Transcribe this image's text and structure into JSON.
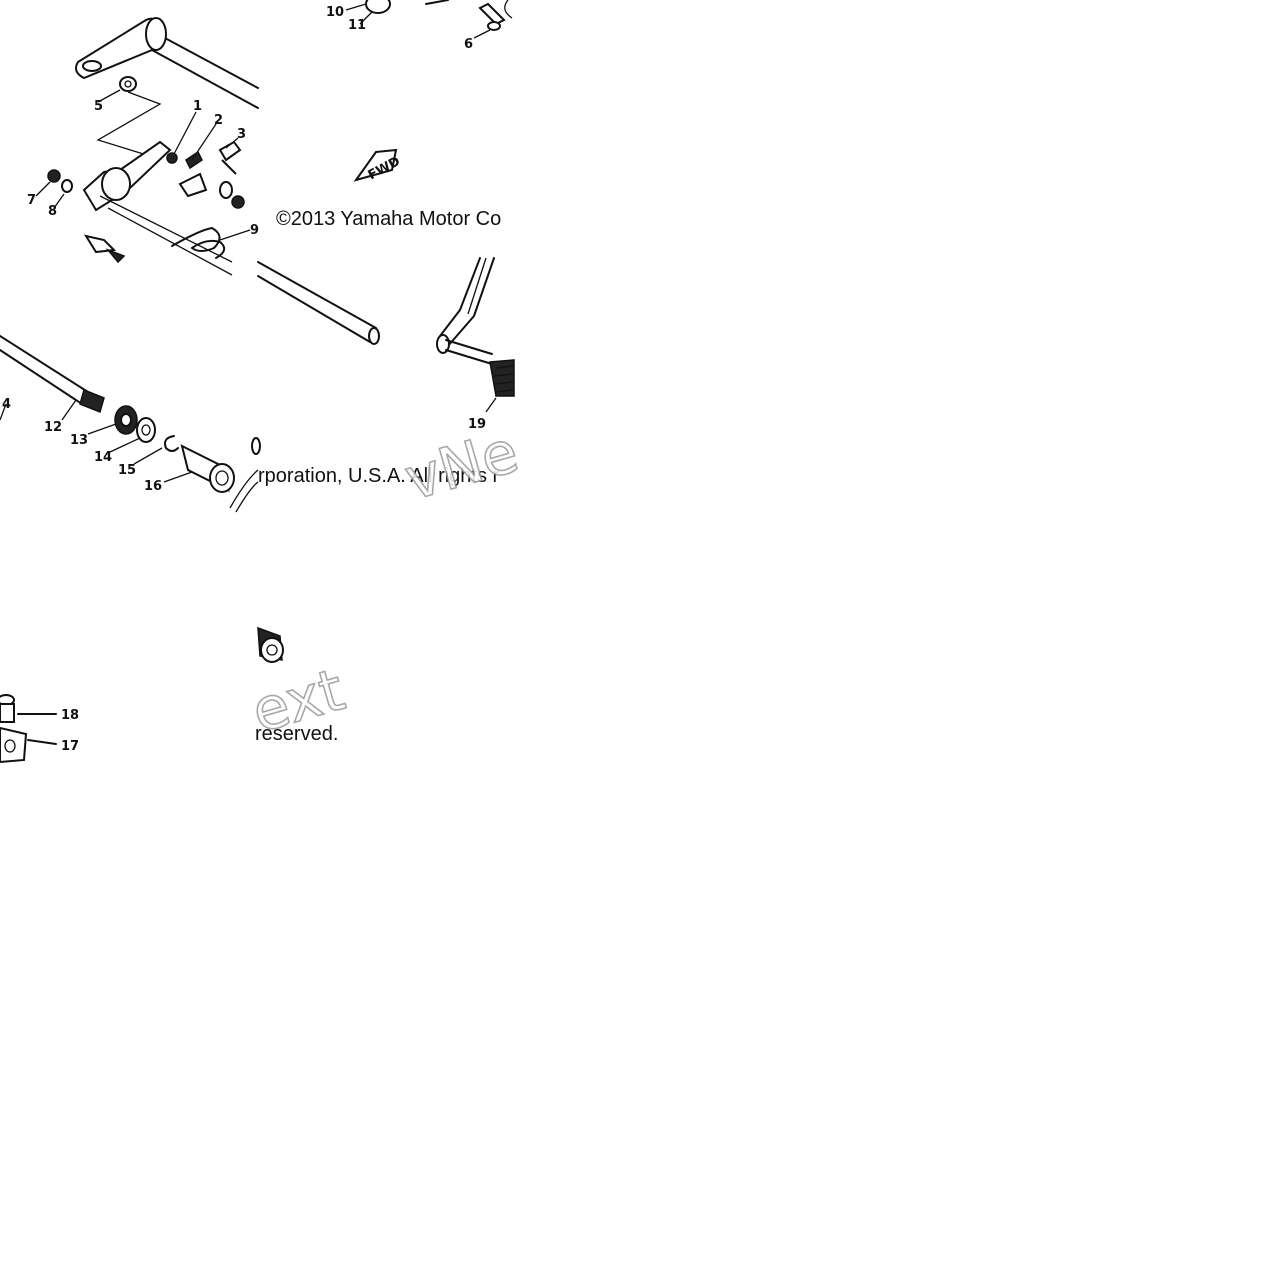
{
  "diagram": {
    "copyright_parts": [
      "©2013 Yamaha Motor Co",
      "rporation, U.S.A. All rights r",
      "reserved."
    ],
    "watermark_parts": [
      "vNe",
      "ext"
    ],
    "fwd_label": "FWD",
    "callouts": [
      "1",
      "2",
      "3",
      "4",
      "5",
      "6",
      "7",
      "8",
      "9",
      "10",
      "11",
      "12",
      "13",
      "14",
      "15",
      "16",
      "17",
      "18",
      "19"
    ]
  }
}
